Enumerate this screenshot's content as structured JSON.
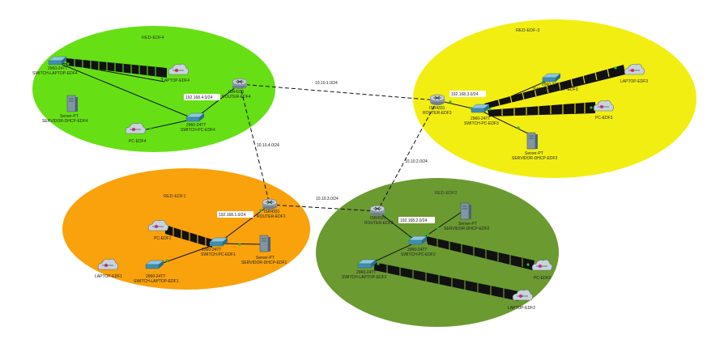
{
  "networks": {
    "edf4": {
      "name": "RED-EDF4",
      "color": "#66e014"
    },
    "edf3": {
      "name": "RED-EDF-3",
      "color": "#f2ee12"
    },
    "edf1": {
      "name": "RED-EDF1",
      "color": "#f9a20c"
    },
    "edf2": {
      "name": "RED-EDF2",
      "color": "#6b9a31"
    }
  },
  "routers": {
    "edf4": {
      "model": "ISR4331",
      "name": "ROUTER-EDF4"
    },
    "edf3": {
      "model": "ISR4331",
      "name": "ROUTER-EDF3"
    },
    "edf1": {
      "model": "ISR4331",
      "name": "ROUTER-EDF1"
    },
    "edf2": {
      "model": "ISR4331",
      "name": "ROUTER-EDF2"
    }
  },
  "switches": {
    "pc_edf4": {
      "model": "2960-24TT",
      "name": "SWITCH-PC-EDF4"
    },
    "laptop_edf4": {
      "model": "2960-24TT",
      "name": "SWITCH-LAPTOP-EDF4"
    },
    "pc_edf3": {
      "model": "2960-24TT",
      "name": "SWITCH-PC-EDF3"
    },
    "laptop_edf3": {
      "model": "2960-24TT",
      "name": "SWITCH-LAPTOP-EDF3"
    },
    "pc_edf1": {
      "model": "2960-24TT",
      "name": "SWITCH-PC-EDF1"
    },
    "laptop_edf1": {
      "model": "2960-24TT",
      "name": "SWITCH-LAPTOP-EDF1"
    },
    "pc_edf2": {
      "model": "2960-24TT",
      "name": "SWITCH-PC-EDF2"
    },
    "laptop_edf2": {
      "model": "2960-24TT",
      "name": "SWITCH-LAPTOP-EDF2"
    }
  },
  "servers": {
    "edf4": {
      "model": "Server-PT",
      "name": "SERVIDOR-DHCP-EDF4"
    },
    "edf3": {
      "model": "Server-PT",
      "name": "SERVIDOR-DHCP-EDF3"
    },
    "edf1": {
      "model": "Server-PT",
      "name": "SERVIDOR-DHCP-EDF1"
    },
    "edf2": {
      "model": "Server-PT",
      "name": "SERVIDOR-DHCP-EDF2"
    }
  },
  "clouds": {
    "laptop_edf4": {
      "name": "LAPTOP-EDF4"
    },
    "pc_edf4": {
      "name": "PC-EDF4"
    },
    "laptop_edf3": {
      "name": "LAPTOP-EDF3"
    },
    "pc_edf3": {
      "name": "PC-EDF3"
    },
    "pc_edf1": {
      "name": "PC-EDF1"
    },
    "laptop_edf1": {
      "name": "LAPTOP-EDF1"
    },
    "pc_edf2": {
      "name": "PC-EDF2"
    },
    "laptop_edf2": {
      "name": "LAPTOP-EDF2"
    }
  },
  "subnets": {
    "lan_edf4": "192.168.4.0/24",
    "lan_edf3": "192.168.3.0/24",
    "lan_edf1": "192.168.1.0/24",
    "lan_edf2": "192.168.2.0/24",
    "wan_4_3": "10.10.1.0/24",
    "wan_4_1": "10.10.4.0/24",
    "wan_3_2": "10.10.2.0/24",
    "wan_1_2": "10.10.3.0/24"
  },
  "colors": {
    "link": "#111111",
    "port": "#26c02a",
    "router": "#9aa8b4",
    "switch": "#3f8fb0",
    "server": "#7f96a6",
    "cloud": "#c9d3da"
  },
  "icons": {
    "router": "router-icon",
    "switch": "switch-icon",
    "server": "server-icon",
    "cloud": "cloud-icon"
  }
}
